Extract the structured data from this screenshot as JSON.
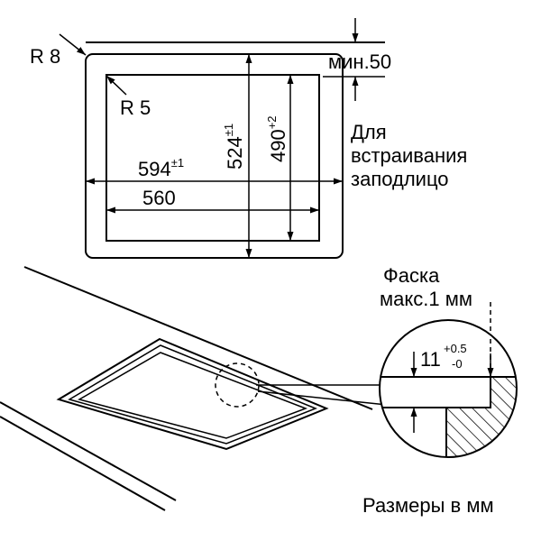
{
  "plan_view": {
    "outer_radius": "R 8",
    "inner_radius": "R 5",
    "min_label": "мин.50",
    "width_outer": {
      "value": "594",
      "tol": "±1"
    },
    "width_inner": {
      "value": "560"
    },
    "depth_outer": {
      "value": "524",
      "tol": "±1"
    },
    "depth_inner": {
      "value": "490",
      "tol": "+2"
    },
    "flush_note": [
      "Для",
      "встраивания",
      "заподлицо"
    ]
  },
  "detail": {
    "chamfer_note": [
      "Фаска",
      "макс.1 мм"
    ],
    "depth": {
      "value": "11",
      "tol_upper": "+0.5",
      "tol_lower": "-0"
    }
  },
  "units_note": "Размеры в мм",
  "colors": {
    "line": "#000000",
    "background": "#ffffff"
  }
}
